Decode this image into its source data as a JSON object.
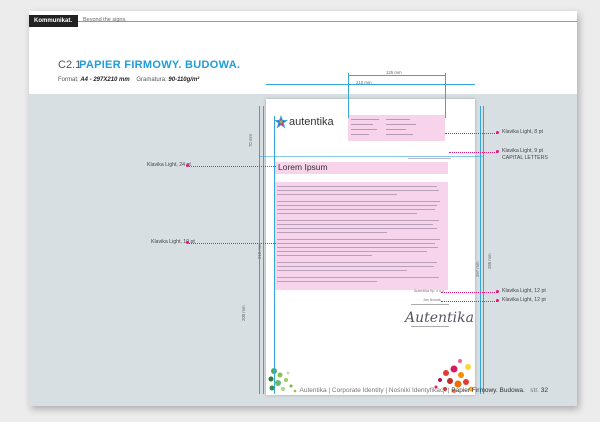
{
  "header": {
    "brand": "Kommunikat.",
    "tagline": "Beyond the signs.",
    "section_number": "C2.1",
    "section_title": "PAPIER FIRMOWY. BUDOWA.",
    "format_label": "Format:",
    "format_value": "A4 - 297X210 mm",
    "grammage_label": "Gramatura:",
    "grammage_value": "90-110g/m²"
  },
  "letterhead": {
    "logo_text": "autentika",
    "heading": "Lorem Ipsum",
    "signature": "Autentika",
    "footer_label_1": "Autentika Sp. z o.o.",
    "footer_label_2": "Jan Nowak"
  },
  "dimensions": {
    "top_width": "125 mm",
    "inner_width": "210 mm",
    "top_margin": "70 mm",
    "height_297": "297 mm",
    "height_285": "285 mm",
    "height_210": "210 mm",
    "bottom_200": "200 mm"
  },
  "annotations": {
    "right": [
      {
        "text": "Klavika Light, 8 pt"
      },
      {
        "text": "Klavika Light, 9 pt"
      },
      {
        "text": "CAPITAL LETTERS"
      },
      {
        "text": "Klavika Light, 12 pt"
      },
      {
        "text": "Klavika Light, 12 pt"
      }
    ],
    "left": [
      {
        "text": "Klavika Light, 24 pt"
      },
      {
        "text": "Klavika Light, 10 pt"
      }
    ]
  },
  "footer": {
    "breadcrumb": "Autentika | Corporate Identity | Nośniki Identyfikacji |",
    "current": "Papier Firmowy. Budowa.",
    "page_label": "str.",
    "page_number": "32"
  },
  "colors": {
    "accent_blue": "#1e9dd9",
    "guide_pink": "#e2197f",
    "highlight_pink": "#f7d4ec"
  }
}
